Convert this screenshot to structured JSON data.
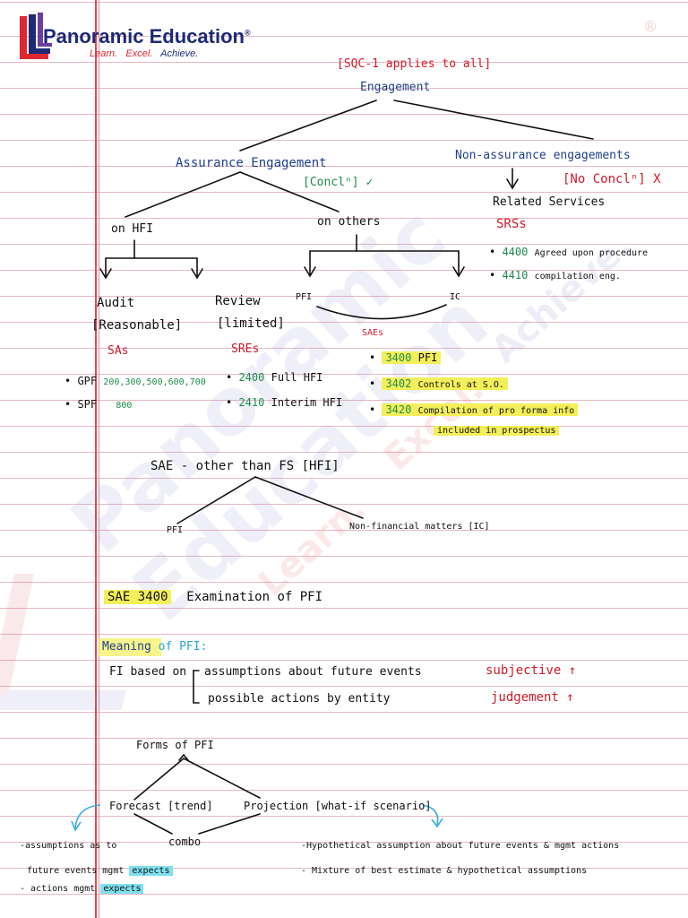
{
  "brand": {
    "name": "Panoramic Education",
    "registered": "®",
    "tagline": [
      "Learn.",
      "Excel.",
      "Achieve."
    ],
    "colors": {
      "navy": "#1e2a78",
      "red": "#e0262f"
    }
  },
  "watermark": {
    "name": "Panoramic Education",
    "tagline": [
      "Learn.",
      "Excel.",
      "Achieve."
    ]
  },
  "notes": {
    "sqc": "[SQC-1 applies to all]",
    "engagement": "Engagement",
    "assurance": "Assurance Engagement",
    "assurance_concl": "[Conclⁿ] ✓",
    "non_assurance": "Non-assurance engagements",
    "non_assurance_concl": "[No Conclⁿ] X",
    "related_services": "Related Services",
    "srss": "SRSs",
    "srs_items": [
      {
        "code": "4400",
        "text": "Agreed upon procedure"
      },
      {
        "code": "4410",
        "text": "compilation eng."
      }
    ],
    "on_hfi": "on HFI",
    "on_others": "on others",
    "audit": "Audit",
    "reasonable": "[Reasonable]",
    "sas": "SAs",
    "gpf_label": "GPF",
    "gpf_values": "200,300,500,600,700",
    "spf_label": "SPF",
    "spf_values": "800",
    "review": "Review",
    "limited": "[limited]",
    "sres": "SREs",
    "sre_items": [
      {
        "code": "2400",
        "text": "Full HFI"
      },
      {
        "code": "2410",
        "text": "Interim HFI"
      }
    ],
    "pfi": "PFI",
    "ic": "IC",
    "saes": "SAEs",
    "sae_items": [
      {
        "code": "3400",
        "text": "PFI"
      },
      {
        "code": "3402",
        "text": "Controls at S.O."
      },
      {
        "code": "3420",
        "text": "Compilation of pro forma info"
      }
    ],
    "sae_item_3420_cont": "included in prospectus",
    "sae_heading": "SAE - other than FS [HFI]",
    "sae_pfi": "PFI",
    "non_financial": "Non-financial matters [IC]",
    "sae3400_code": "SAE 3400",
    "sae3400_title": "Examination of PFI",
    "meaning_word": "Meaning",
    "meaning_rest": "of PFI:",
    "fi_based": "FI based on",
    "assumptions": "assumptions about future events",
    "possible": "possible actions by entity",
    "subjective": "subjective ↑",
    "judgement": "judgement ↑",
    "forms": "Forms of PFI",
    "forecast": "Forecast [trend]",
    "projection": "Projection [what-if scenario]",
    "combo": "combo",
    "left_notes": {
      "line1": "-assumptions as to",
      "line2_prefix": "future events mgmt",
      "line2_highlight": "expects",
      "line3_prefix": "- actions mgmt",
      "line3_highlight": "expects"
    },
    "right_notes": [
      "-Hypothetical assumption about future events & mgmt actions",
      "- Mixture of best estimate & hypothetical assumptions"
    ]
  }
}
